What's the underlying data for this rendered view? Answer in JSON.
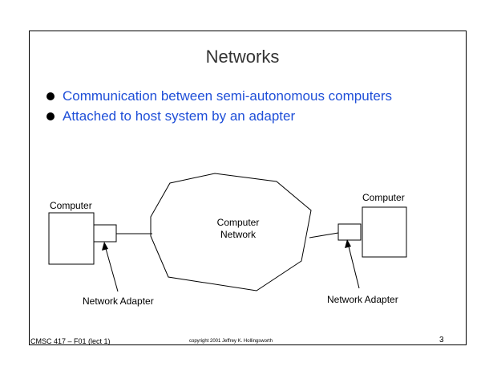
{
  "slide": {
    "title": "Networks",
    "bullets": [
      "Communication between semi-autonomous computers",
      "Attached to host system by an adapter"
    ],
    "footer": {
      "left": "CMSC 417 – F01  (lect 1)",
      "center": "copyright 2001  Jeffrey K. Hollingsworth",
      "page": "3"
    }
  },
  "diagram": {
    "left_computer_label": "Computer",
    "right_computer_label": "Computer",
    "network_label_line1": "Computer",
    "network_label_line2": "Network",
    "left_adapter_label": "Network Adapter",
    "right_adapter_label": "Network Adapter"
  }
}
